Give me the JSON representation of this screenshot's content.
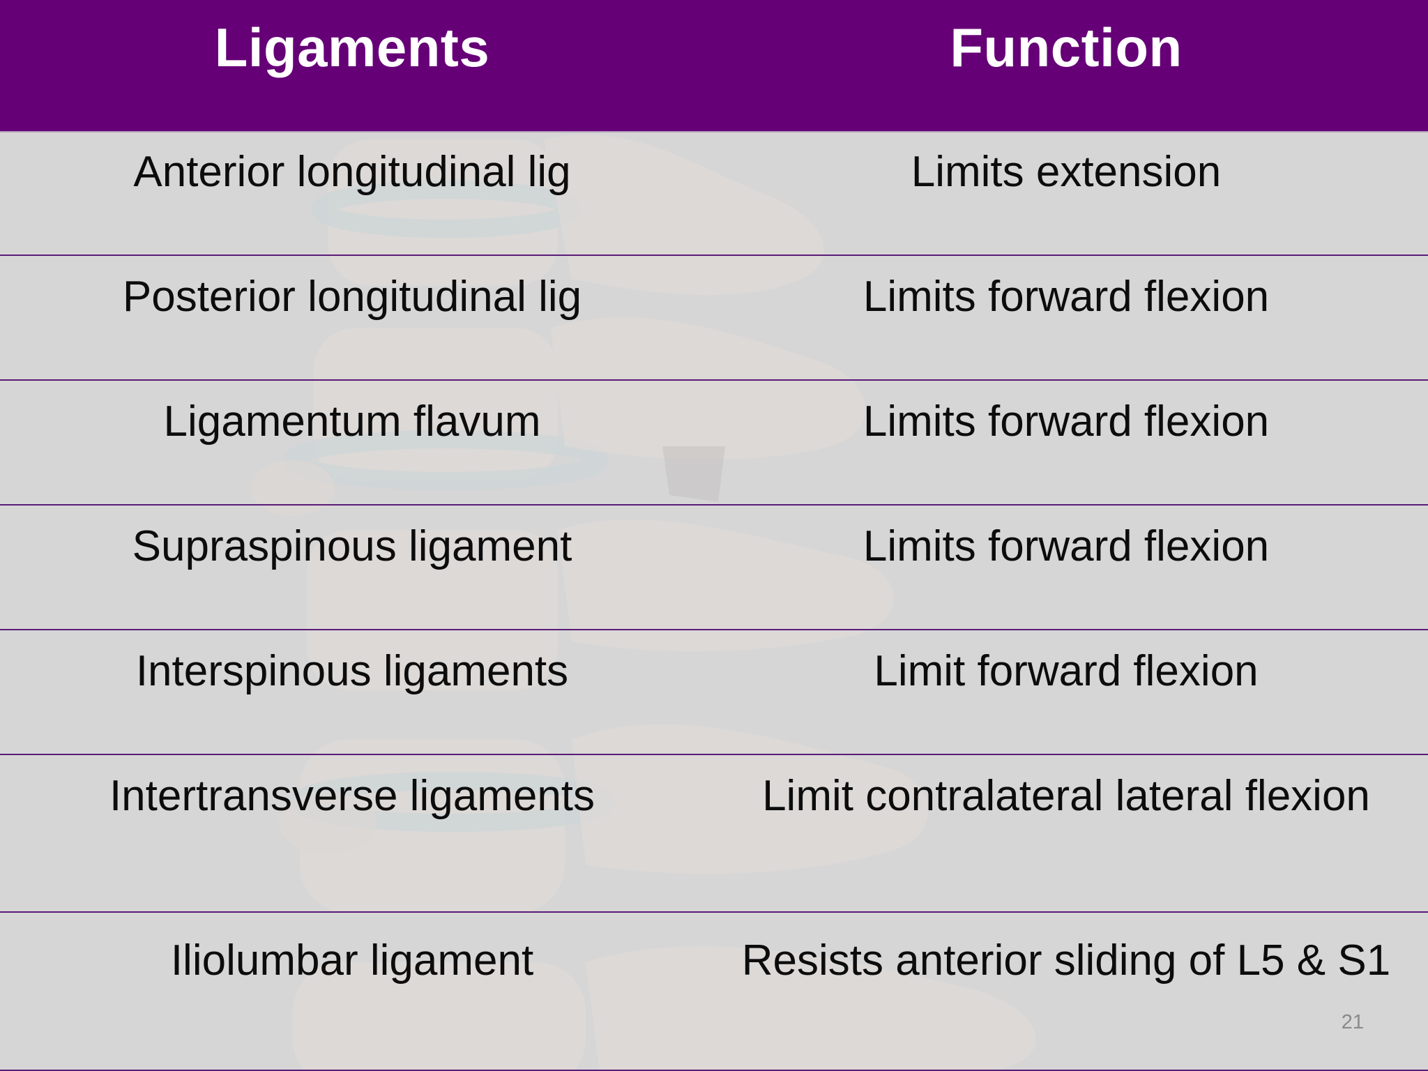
{
  "slide": {
    "table": {
      "headers": {
        "ligaments": "Ligaments",
        "function": "Function"
      },
      "rows": [
        {
          "ligament": "Anterior longitudinal lig",
          "function": "Limits extension"
        },
        {
          "ligament": "Posterior longitudinal lig",
          "function": "Limits  forward flexion"
        },
        {
          "ligament": "Ligamentum flavum",
          "function": "Limits forward flexion"
        },
        {
          "ligament": "Supraspinous ligament",
          "function": "Limits forward flexion"
        },
        {
          "ligament": "Interspinous ligaments",
          "function": "Limit forward flexion"
        },
        {
          "ligament": "Intertransverse ligaments",
          "function": "Limit contralateral lateral flexion"
        },
        {
          "ligament": "Iliolumbar ligament",
          "function": "Resists anterior sliding of L5 & S1"
        }
      ]
    },
    "page_number": "21"
  },
  "colors": {
    "header_background": "#660077",
    "header_text": "#ffffff",
    "row_divider": "#5a1b78",
    "cell_text": "#0c0c0c",
    "page_number": "#8a8a8a"
  }
}
